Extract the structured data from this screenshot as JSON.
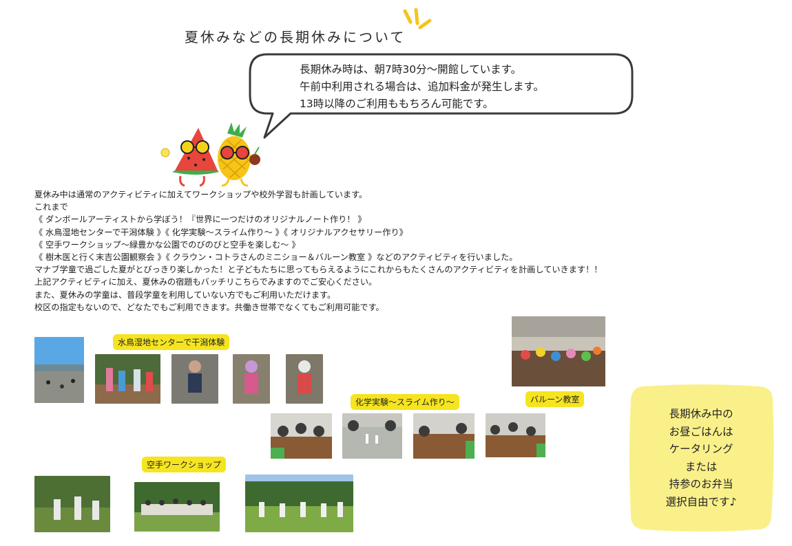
{
  "title": "夏休みなどの長期休みについて",
  "speech": {
    "lines": [
      "長期休み時は、朝7時30分～開館しています。",
      "午前中利用される場合は、追加料金が発生します。",
      "13時以降のご利用ももちろん可能です。"
    ]
  },
  "body": {
    "lines": [
      "夏休み中は通常のアクティビティに加えてワークショップや校外学習も計画しています。",
      "これまで",
      "《 ダンボールアーティストから学ぼう！『世界に一つだけのオリジナルノート作り！ 》",
      "《 水鳥湿地センターで干潟体験 》《 化学実験～スライム作り～ 》《 オリジナルアクセサリー作り》",
      "《 空手ワークショップ～緑豊かな公園でのびのびと空手を楽しむ～ 》",
      "《 樹木医と行く末吉公園観察会 》《 クラウン・コトラさんのミニショー＆バルーン教室 》などのアクティビティを行いました。",
      "マナブ学童で過ごした夏がとびっきり楽しかった！と子どもたちに思ってもらえるようにこれからもたくさんのアクティビティを計画していきます！！",
      "上記アクティビティに加え、夏休みの宿題もバッチリこちらでみますのでご安心ください。",
      "また、夏休みの学童は、普段学童を利用していない方でもご利用いただけます。",
      "校区の指定もないので、どなたでもご利用できます。共働き世帯でなくてもご利用可能です。"
    ]
  },
  "tags": {
    "higata": "水鳥湿地センターで干潟体験",
    "slime": "化学実験～スライム作り～",
    "balloon": "バルーン教室",
    "karate": "空手ワークショップ"
  },
  "note": {
    "lines": [
      "長期休み中の",
      "お昼ごはんは",
      "ケータリング",
      "または",
      "持参のお弁当",
      "選択自由です♪"
    ]
  },
  "colors": {
    "tag_yellow": "#f5e41f",
    "note_yellow": "#faf08a",
    "bubble_border": "#3a3a3a"
  }
}
